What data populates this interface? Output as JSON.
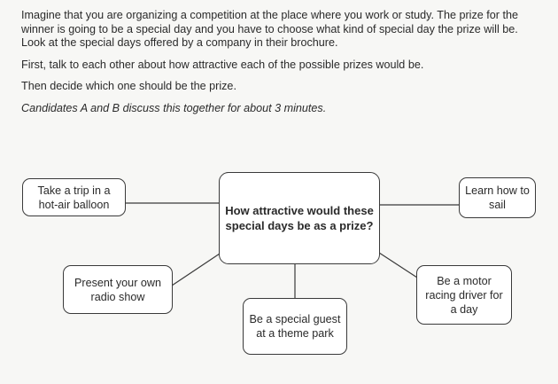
{
  "instructions": {
    "para1": "Imagine that you are organizing a competition at the place where you work or study. The prize for the winner is going to be a special day and you have to choose what kind of special day the prize will be. Look at the special days offered by a company in their brochure.",
    "para2": "First, talk to each other about how attractive each of the possible prizes would be.",
    "para3": "Then decide which one should be the prize.",
    "para4": "Candidates A and B discuss this together for about 3 minutes."
  },
  "mindmap": {
    "center": "How attractive would these special days be as a prize?",
    "options": {
      "balloon": "Take a trip in a hot-air balloon",
      "sail": "Learn how to sail",
      "radio": "Present your own radio show",
      "motor": "Be a motor racing driver for a day",
      "park": "Be a special guest at a theme park"
    }
  }
}
